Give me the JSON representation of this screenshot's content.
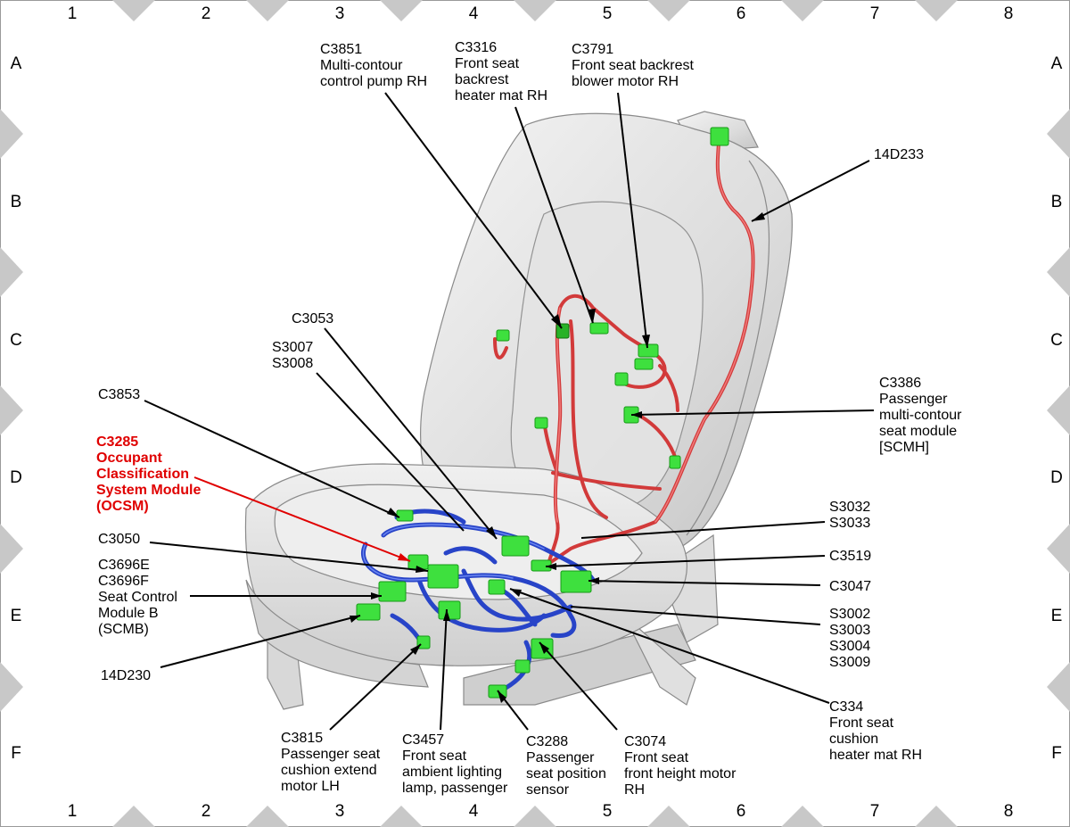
{
  "grid": {
    "columns": [
      "1",
      "2",
      "3",
      "4",
      "5",
      "6",
      "7",
      "8"
    ],
    "rows": [
      "A",
      "B",
      "C",
      "D",
      "E",
      "F"
    ]
  },
  "colors": {
    "connector": "#3ee03e",
    "harness_upper": "#d23a3a",
    "harness_lower": "#2844c8",
    "highlight_label": "#e00000"
  },
  "labels": {
    "c3851": [
      "C3851",
      "Multi-contour",
      "control pump RH"
    ],
    "c3316": [
      "C3316",
      "Front seat",
      "backrest",
      "heater mat RH"
    ],
    "c3791": [
      "C3791",
      "Front seat backrest",
      "blower motor RH"
    ],
    "d14d233": [
      "14D233"
    ],
    "c3053": [
      "C3053"
    ],
    "s3007": [
      "S3007",
      "S3008"
    ],
    "c3853": [
      "C3853"
    ],
    "c3285": [
      "C3285",
      "Occupant",
      "Classification",
      "System Module",
      "(OCSM)"
    ],
    "c3386": [
      "C3386",
      "Passenger",
      "multi-contour",
      "seat module",
      "[SCMH]"
    ],
    "s3032": [
      "S3032",
      "S3033"
    ],
    "c3050": [
      "C3050"
    ],
    "c3519": [
      "C3519"
    ],
    "c3696": [
      "C3696E",
      "C3696F",
      "Seat Control",
      "Module B",
      "(SCMB)"
    ],
    "c3047": [
      "C3047"
    ],
    "s3002": [
      "S3002",
      "S3003",
      "S3004",
      "S3009"
    ],
    "d14d230": [
      "14D230"
    ],
    "c334": [
      "C334",
      "Front seat",
      "cushion",
      "heater mat RH"
    ],
    "c3815": [
      "C3815",
      "Passenger seat",
      "cushion extend",
      "motor LH"
    ],
    "c3457": [
      "C3457",
      "Front seat",
      "ambient lighting",
      "lamp, passenger"
    ],
    "c3288": [
      "C3288",
      "Passenger",
      "seat position",
      "sensor"
    ],
    "c3074": [
      "C3074",
      "Front seat",
      "front height motor",
      "RH"
    ]
  }
}
